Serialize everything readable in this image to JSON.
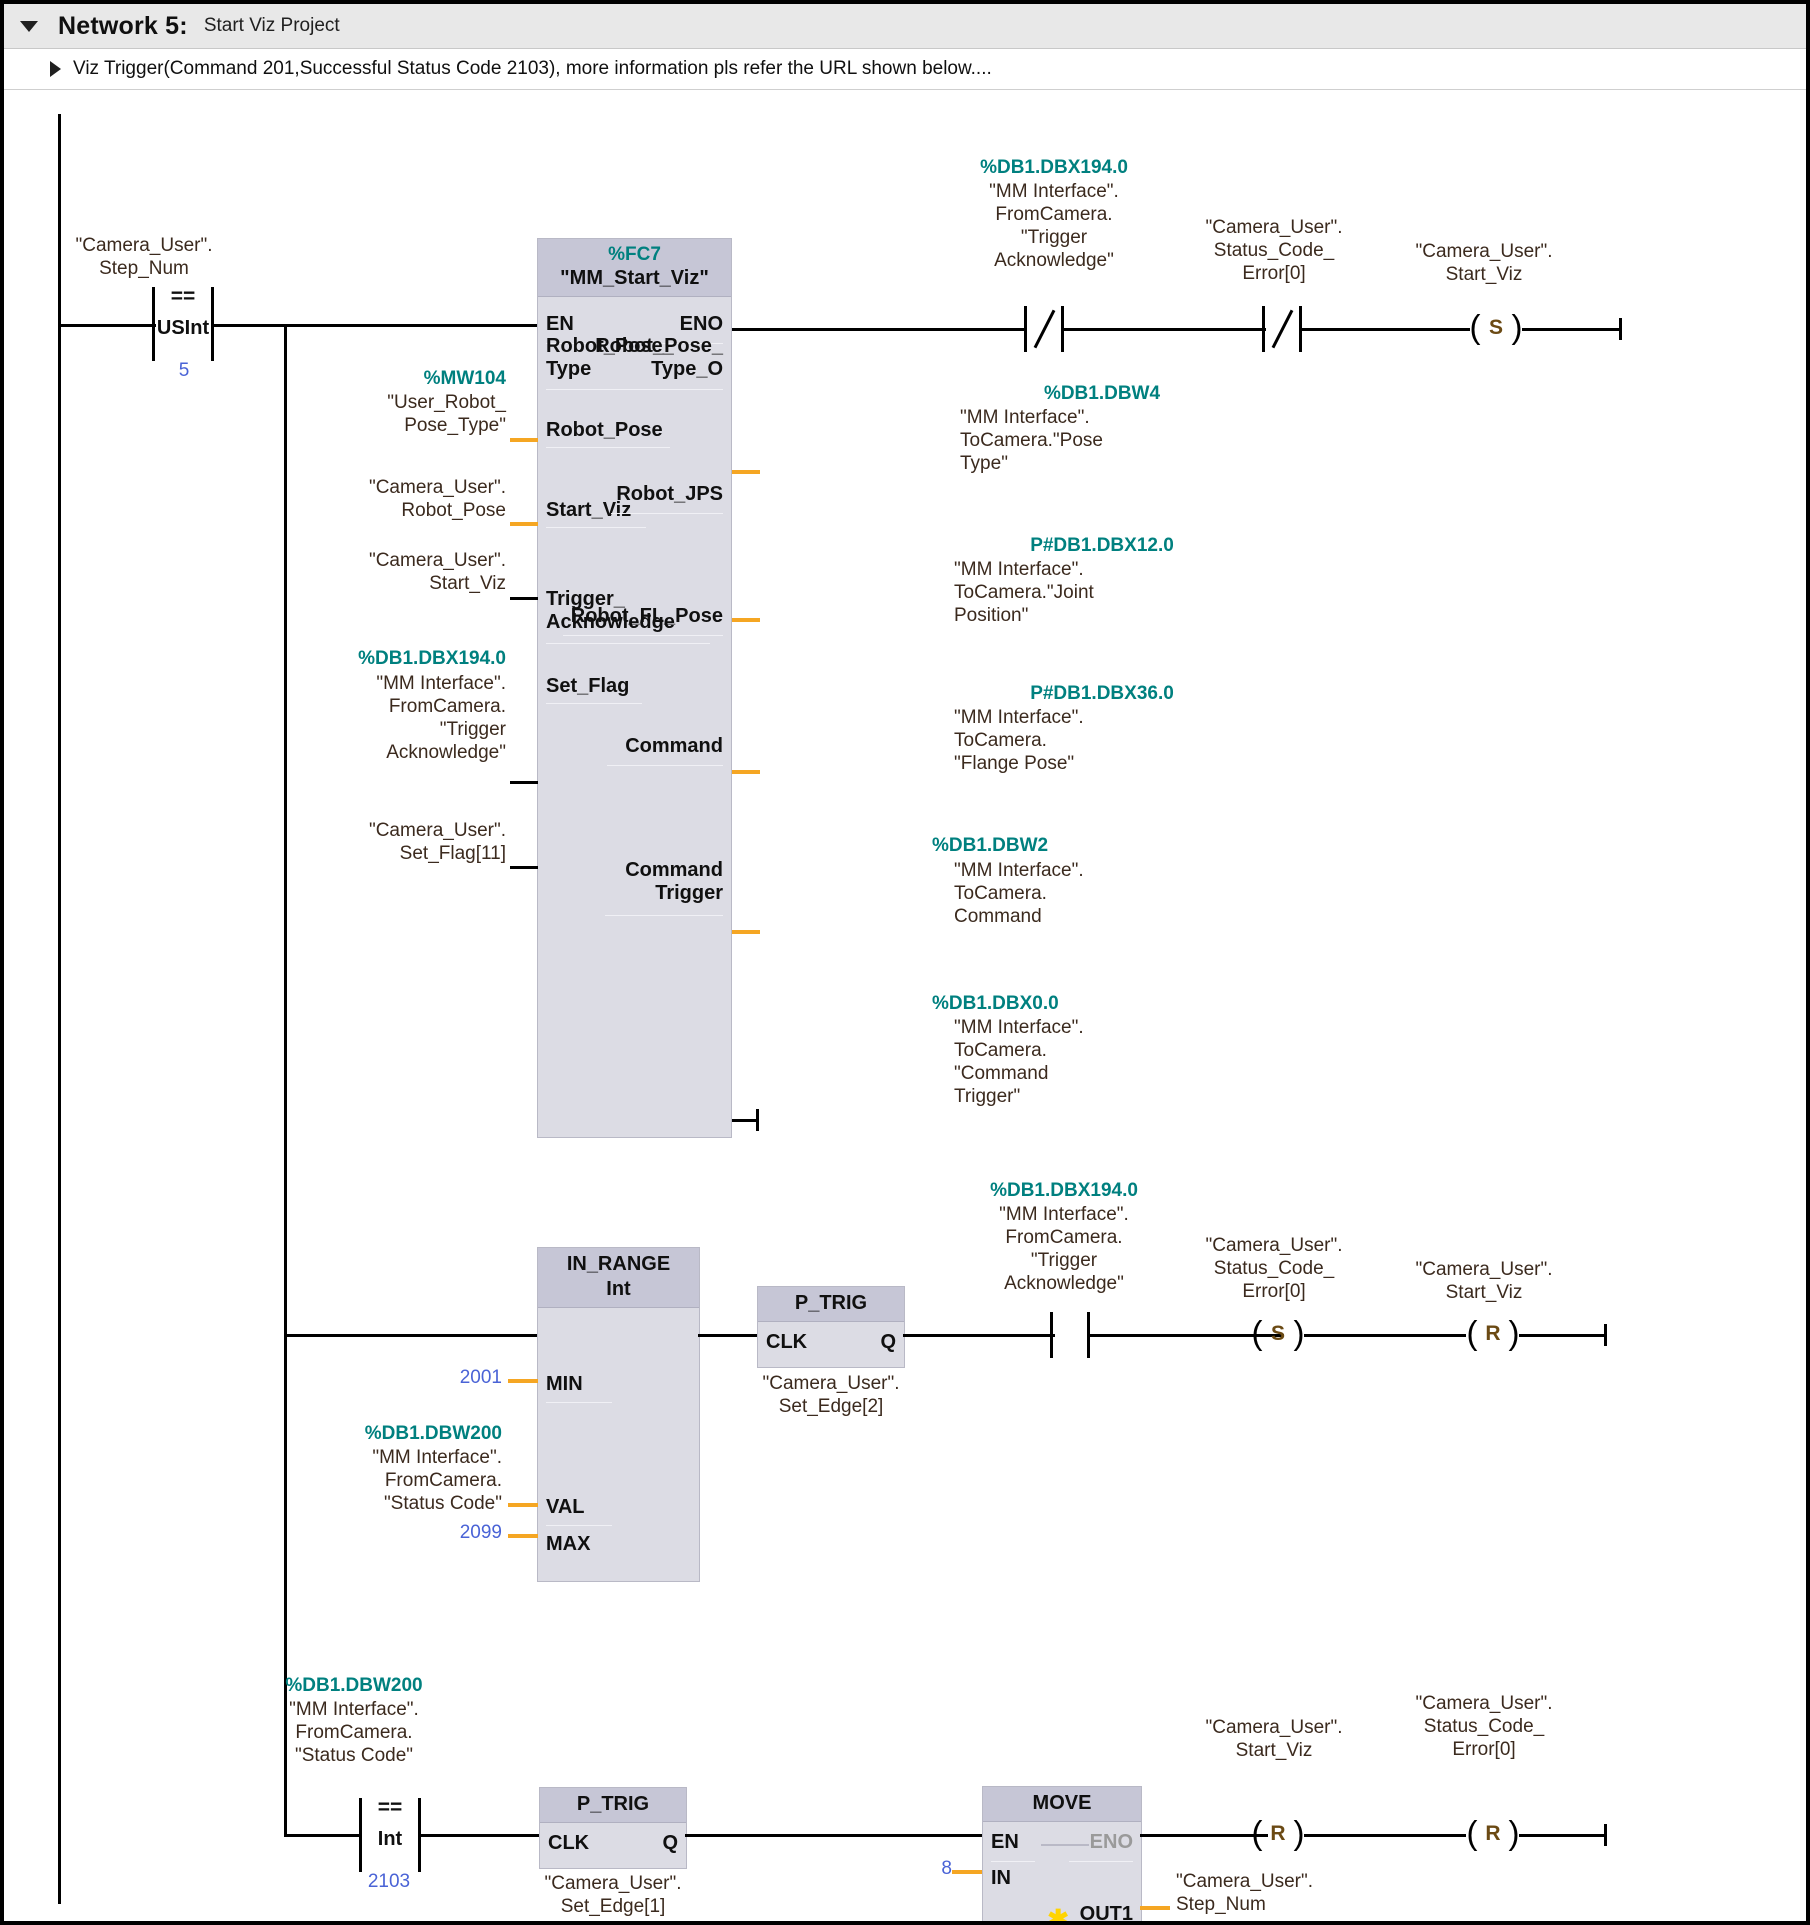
{
  "header": {
    "network_label": "Network 5:",
    "network_title": "Start Viz Project",
    "comment": "Viz Trigger(Command 201,Successful Status Code 2103), more information pls refer the URL shown below...."
  },
  "colors": {
    "address": "#00807f",
    "constant": "#4a63d6",
    "symbol": "#3b2a1e",
    "block_fill": "#dcdce4",
    "block_header": "#c6c6d6",
    "pin_wire": "#f5a623",
    "header_bar": "#e8e8e8"
  },
  "rung1": {
    "cmp_symbol": "\"Camera_User\".\nStep_Num",
    "cmp_op": "==",
    "cmp_type": "USInt",
    "cmp_value": "5",
    "block": {
      "address": "%FC7",
      "name": "\"MM_Start_Viz\"",
      "pin_en": "EN",
      "pin_eno": "ENO",
      "inputs": [
        {
          "pin": "Robot_Pose_\nType",
          "addr": "%MW104",
          "symbol": "\"User_Robot_\nPose_Type\"",
          "wire": "orange"
        },
        {
          "pin": "Robot_Pose",
          "addr": "",
          "symbol": "\"Camera_User\".\nRobot_Pose",
          "wire": "orange"
        },
        {
          "pin": "Start_Viz",
          "addr": "",
          "symbol": "\"Camera_User\".\nStart_Viz",
          "wire": "black"
        },
        {
          "pin": "Trigger_\nAcknowledge",
          "addr": "%DB1.DBX194.0",
          "symbol": "\"MM Interface\".\nFromCamera.\n\"Trigger\nAcknowledge\"",
          "wire": "black"
        },
        {
          "pin": "Set_Flag",
          "addr": "",
          "symbol": "\"Camera_User\".\nSet_Flag[11]",
          "wire": "black"
        }
      ],
      "outputs": [
        {
          "pin": "Robot_Pose_\nType_O",
          "addr": "%DB1.DBW4",
          "symbol": "\"MM Interface\".\nToCamera.\"Pose\nType\"",
          "wire": "orange"
        },
        {
          "pin": "Robot_JPS",
          "addr": "P#DB1.DBX12.0",
          "symbol": "\"MM Interface\".\nToCamera.\"Joint\nPosition\"",
          "wire": "orange"
        },
        {
          "pin": "Robot_FL_Pose",
          "addr": "P#DB1.DBX36.0",
          "symbol": "\"MM Interface\".\nToCamera.\n\"Flange Pose\"",
          "wire": "orange"
        },
        {
          "pin": "Command",
          "addr": "%DB1.DBW2",
          "symbol": "\"MM Interface\".\nToCamera.\nCommand",
          "wire": "orange"
        },
        {
          "pin": "Command\nTrigger",
          "addr": "%DB1.DBX0.0",
          "symbol": "\"MM Interface\".\nToCamera.\n\"Command\nTrigger\"",
          "wire": "black-arrow"
        }
      ]
    },
    "contact1": {
      "addr": "%DB1.DBX194.0",
      "symbol": "\"MM Interface\".\nFromCamera.\n\"Trigger\nAcknowledge\"",
      "type": "NC"
    },
    "contact2": {
      "addr": "",
      "symbol": "\"Camera_User\".\nStatus_Code_\nError[0]",
      "type": "NC"
    },
    "coil": {
      "addr": "",
      "symbol": "\"Camera_User\".\nStart_Viz",
      "type": "S"
    }
  },
  "rung2": {
    "in_range": {
      "name": "IN_RANGE",
      "type": "Int",
      "pin_min": "MIN",
      "pin_val": "VAL",
      "pin_max": "MAX",
      "min_value": "2001",
      "max_value": "2099",
      "val_addr": "%DB1.DBW200",
      "val_symbol": "\"MM Interface\".\nFromCamera.\n\"Status Code\""
    },
    "p_trig": {
      "name": "P_TRIG",
      "pin_clk": "CLK",
      "pin_q": "Q",
      "instance": "\"Camera_User\".\nSet_Edge[2]"
    },
    "contact1": {
      "addr": "%DB1.DBX194.0",
      "symbol": "\"MM Interface\".\nFromCamera.\n\"Trigger\nAcknowledge\"",
      "type": "NO"
    },
    "coil1": {
      "addr": "",
      "symbol": "\"Camera_User\".\nStatus_Code_\nError[0]",
      "type": "S"
    },
    "coil2": {
      "addr": "",
      "symbol": "\"Camera_User\".\nStart_Viz",
      "type": "R"
    }
  },
  "rung3": {
    "cmp_addr": "%DB1.DBW200",
    "cmp_symbol": "\"MM Interface\".\nFromCamera.\n\"Status Code\"",
    "cmp_op": "==",
    "cmp_type": "Int",
    "cmp_value": "2103",
    "p_trig": {
      "name": "P_TRIG",
      "pin_clk": "CLK",
      "pin_q": "Q",
      "instance": "\"Camera_User\".\nSet_Edge[1]"
    },
    "move": {
      "name": "MOVE",
      "pin_en": "EN",
      "pin_eno": "ENO",
      "pin_in": "IN",
      "pin_out": "OUT1",
      "in_value": "8",
      "out_symbol": "\"Camera_User\".\nStep_Num"
    },
    "coil1": {
      "addr": "",
      "symbol": "\"Camera_User\".\nStart_Viz",
      "type": "R"
    },
    "coil2": {
      "addr": "",
      "symbol": "\"Camera_User\".\nStatus_Code_\nError[0]",
      "type": "R"
    }
  }
}
